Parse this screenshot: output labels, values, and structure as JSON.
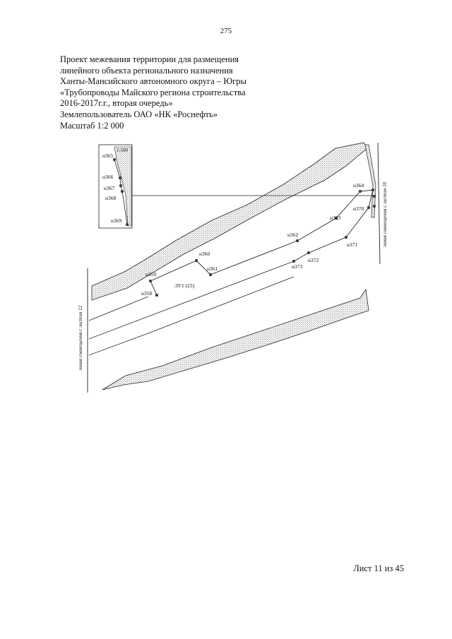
{
  "page_number": "275",
  "header": {
    "lines": [
      "Проект межевания территории для размещения",
      "линейного объекта регионального назначения",
      "Ханты-Мансийского автономного округа – Югры",
      "«Трубопроводы Майского региона строительства",
      "2016-2017г.г., вторая очередь»",
      "Землепользователь ОАО «НК «Роснефть»",
      "Масштаб 1:2 000"
    ]
  },
  "inset": {
    "scale_label": "1:500"
  },
  "parcel_label": ":ЗУ1 (23)",
  "match_lines": {
    "left": "линия совмещения с листом 12",
    "right": "линия совмещения с листом 10"
  },
  "points": {
    "n358": "н358",
    "n359": "н359",
    "n360": "н360",
    "n361": "н361",
    "n362": "н362",
    "n363": "н363",
    "n364": "н364",
    "n365": "н365",
    "n366": "н366",
    "n367": "н367",
    "n368": "н368",
    "n369": "н369",
    "n370": "н370",
    "n371": "н371",
    "n372": "н372",
    "n373": "н373"
  },
  "footer": {
    "sheet": "Лист 11 из 45"
  }
}
